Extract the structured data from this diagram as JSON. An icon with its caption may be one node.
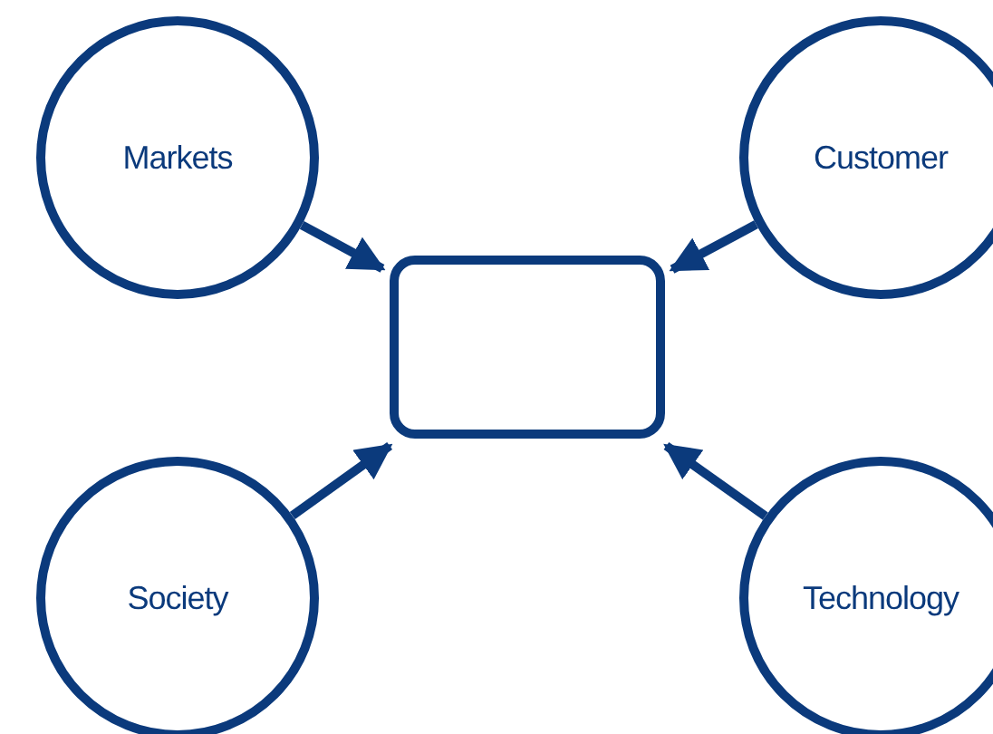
{
  "diagram": {
    "nodes": [
      {
        "text": [
          "Markets"
        ]
      },
      {
        "text": [
          "Customer"
        ]
      },
      {
        "text": [],
        "shape": "box"
      },
      {
        "text": [
          "Society"
        ]
      },
      {
        "text": [
          "Technology"
        ]
      }
    ],
    "edges": [
      {
        "from": 0,
        "to": 2,
        "arrow": "to"
      },
      {
        "from": 1,
        "to": 2,
        "arrow": "to"
      },
      {
        "from": 3,
        "to": 2,
        "arrow": "to"
      },
      {
        "from": 4,
        "to": 2,
        "arrow": "to"
      }
    ]
  }
}
